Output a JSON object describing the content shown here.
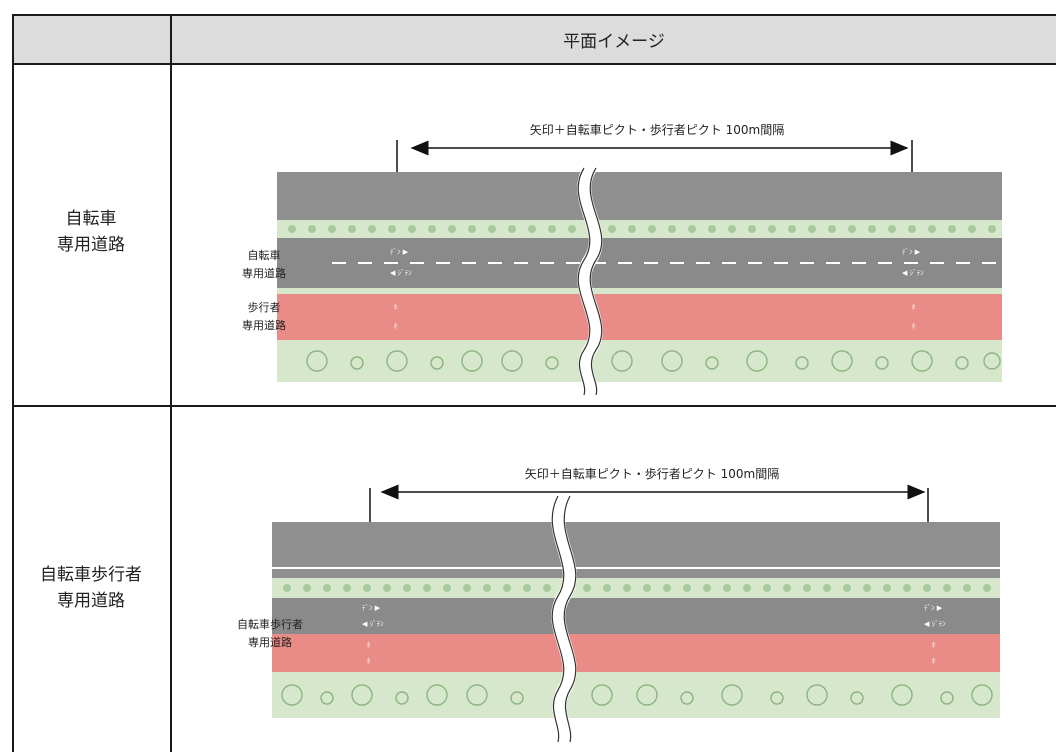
{
  "header": {
    "col_left": "",
    "col_right": "平面イメージ"
  },
  "rows": [
    {
      "label_line1": "自転車",
      "label_line2": "専用道路",
      "dimension_text": "矢印＋自転車ピクト・歩行者ピクト 100m間隔",
      "lane1_line1": "自転車",
      "lane1_line2": "専用道路",
      "lane2_line1": "歩行者",
      "lane2_line2": "専用道路"
    },
    {
      "label_line1": "自転車歩行者",
      "label_line2": "専用道路",
      "dimension_text": "矢印＋自転車ピクト・歩行者ピクト 100m間隔",
      "lane1_line1": "自転車歩行者",
      "lane1_line2": "専用道路"
    }
  ],
  "colors": {
    "header_bg": "#dcdcdc",
    "road": "#8f8f8f",
    "cycle_lane": "#8a8a8a",
    "pedestrian_lane": "#e98b86",
    "planting": "#d6e7cc",
    "tree": "#9ac08e"
  }
}
